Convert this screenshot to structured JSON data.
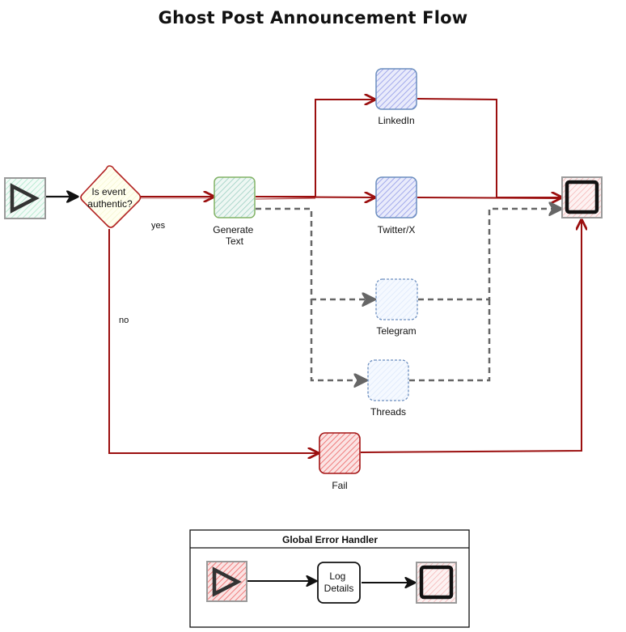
{
  "title": "Ghost Post Announcement Flow",
  "colors": {
    "success_edge": "#9b0f0f",
    "optional_edge": "#666666",
    "default_edge": "#111111"
  },
  "nodes": {
    "start": {
      "label": "",
      "icon": "play-triangle-icon",
      "fill": "#d5f5e3"
    },
    "decision": {
      "label_lines": [
        "Is event",
        "authentic?"
      ],
      "fill": "#fdfde0",
      "stroke": "#b22222"
    },
    "generate": {
      "label_lines": [
        "Generate",
        "Text"
      ],
      "fill": "#b6dcd0",
      "stroke": "#82b366"
    },
    "linkedin": {
      "label": "LinkedIn",
      "fill": "#aab0ee",
      "stroke": "#6c8ebf"
    },
    "twitter": {
      "label": "Twitter/X",
      "fill": "#aab0ee",
      "stroke": "#6c8ebf"
    },
    "telegram": {
      "label": "Telegram",
      "fill": "#dae8fc",
      "stroke": "#6c8ebf"
    },
    "threads": {
      "label": "Threads",
      "fill": "#dae8fc",
      "stroke": "#6c8ebf"
    },
    "fail": {
      "label": "Fail",
      "fill": "#f08080",
      "stroke": "#b22222"
    },
    "end": {
      "label": "",
      "icon": "stop-square-icon",
      "fill": "#f8cecc"
    }
  },
  "edges": {
    "yes_label": "yes",
    "no_label": "no"
  },
  "error_handler": {
    "title": "Global Error Handler",
    "log_lines": [
      "Log",
      "Details"
    ]
  }
}
